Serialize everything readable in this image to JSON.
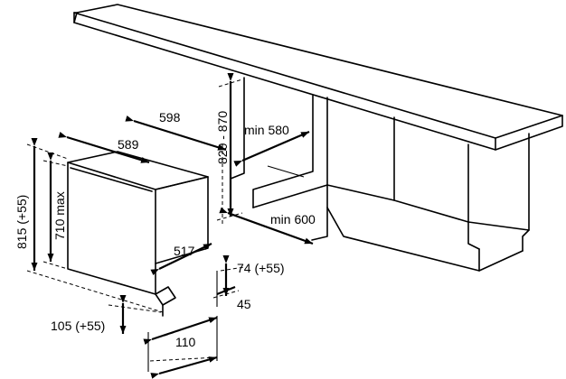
{
  "labels": {
    "width_outer": "598",
    "width_inner": "589",
    "cavity_height": "820 - 870",
    "min_cavity_width": "min 580",
    "min_cavity_depth": "min 600",
    "total_height": "815 (+55)",
    "door_height": "710 max",
    "depth": "517",
    "plinth_adjust": "74 (+55)",
    "plinth_recess": "45",
    "foot_height": "105 (+55)",
    "foot_depth": "110"
  }
}
